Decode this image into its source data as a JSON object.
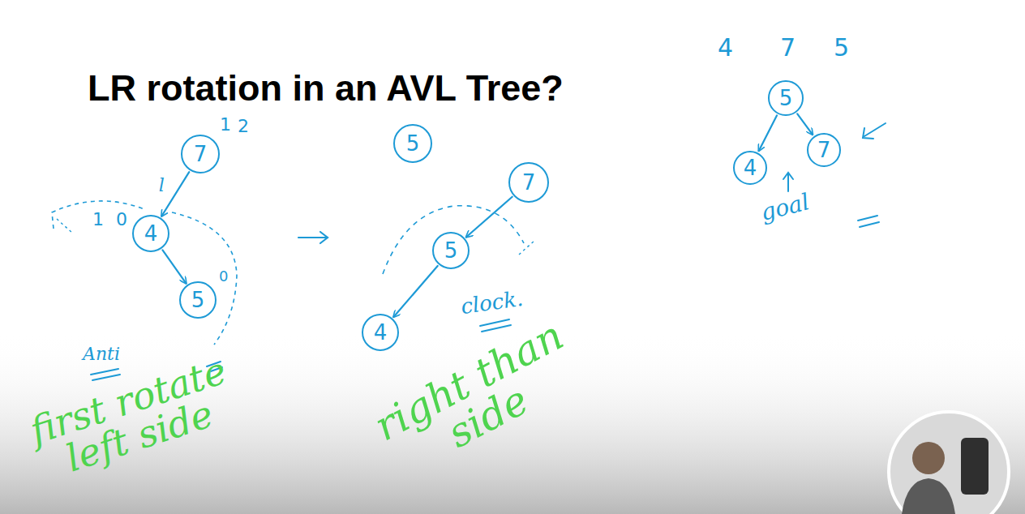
{
  "diagram": {
    "title": "LR rotation in an AVL Tree?",
    "nodes": [
      {
        "text": [
          "7"
        ]
      },
      {
        "text": [
          "4"
        ]
      },
      {
        "text": [
          "5"
        ]
      },
      {
        "text": [
          "5"
        ]
      },
      {
        "text": [
          "7"
        ]
      },
      {
        "text": [
          "5"
        ]
      },
      {
        "text": [
          "4"
        ]
      },
      {
        "text": [
          "5"
        ]
      },
      {
        "text": [
          "4"
        ]
      },
      {
        "text": [
          "7"
        ]
      }
    ],
    "edges": [
      {
        "from": 0,
        "to": 1,
        "arrow": "to",
        "label": "l"
      },
      {
        "from": 1,
        "to": 2,
        "arrow": "to"
      },
      {
        "from": 4,
        "to": 5,
        "arrow": "to"
      },
      {
        "from": 5,
        "to": 6,
        "arrow": "to"
      },
      {
        "from": 7,
        "to": 8,
        "arrow": "to"
      },
      {
        "from": 7,
        "to": 9,
        "arrow": "to"
      }
    ],
    "labels": [
      "4",
      "7",
      "5",
      "1",
      "2",
      "1",
      "0",
      "0",
      "Anti",
      "first rotate left side",
      "clock.",
      "right than side",
      "goal"
    ]
  }
}
